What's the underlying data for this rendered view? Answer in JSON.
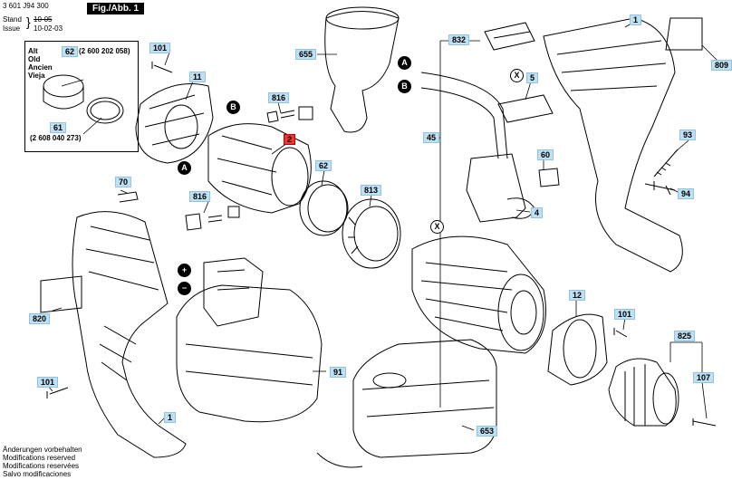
{
  "header": {
    "part_number": "3 601 J94 300",
    "stand_label": "Stand",
    "stand_value": "10-05",
    "issue_label": "Issue",
    "issue_value": "10-02-03",
    "fig_label": "Fig./Abb. 1"
  },
  "legend": {
    "alt": "Alt",
    "old": "Old",
    "ancien": "Ancien",
    "vieja": "Vieja",
    "part_62": "62",
    "part_62_ref": "(2 600 202 058)",
    "part_61": "61",
    "part_61_ref": "(2 608 040 273)"
  },
  "footer": {
    "line1": "Änderungen vorbehalten",
    "line2": "Modifications reserved",
    "line3": "Modifications reservées",
    "line4": "Salvo modificaciones"
  },
  "markers": {
    "A": "A",
    "B": "B",
    "X": "X",
    "plus": "+",
    "minus": "−"
  },
  "parts": {
    "p1a": "1",
    "p1b": "1",
    "p2": "2",
    "p4": "4",
    "p5": "5",
    "p11": "11",
    "p12": "12",
    "p45": "45",
    "p60": "60",
    "p62": "62",
    "p70": "70",
    "p91": "91",
    "p93": "93",
    "p94": "94",
    "p101a": "101",
    "p101b": "101",
    "p101c": "101",
    "p107": "107",
    "p653": "653",
    "p655": "655",
    "p809": "809",
    "p813": "813",
    "p816a": "816",
    "p816b": "816",
    "p820": "820",
    "p825": "825",
    "p832": "832"
  }
}
